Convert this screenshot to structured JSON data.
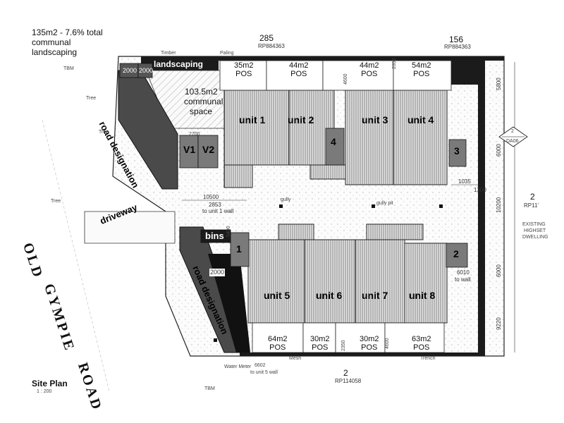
{
  "header": {
    "landscaping_note": [
      "135m2 - 7.6% total",
      "communal",
      "landscaping"
    ],
    "lot_north": "285",
    "rp_north": "RP884363",
    "lot_ne": "156",
    "rp_ne": "RP884363",
    "timber": "Timber",
    "paling": "Paling"
  },
  "landscaping_band": "landscaping",
  "road_designation": "road designation",
  "communal": {
    "area": "103.5m2",
    "line1": "communal",
    "line2": "space"
  },
  "units_top": [
    {
      "label": "unit 1"
    },
    {
      "label": "unit 2"
    },
    {
      "label": "unit 3"
    },
    {
      "label": "unit 4"
    }
  ],
  "units_bottom": [
    {
      "label": "unit 5"
    },
    {
      "label": "unit 6"
    },
    {
      "label": "unit 7"
    },
    {
      "label": "unit 8"
    }
  ],
  "pos_top": [
    {
      "area": "35m2",
      "label": "POS"
    },
    {
      "area": "44m2",
      "label": "POS"
    },
    {
      "area": "44m2",
      "label": "POS"
    },
    {
      "area": "54m2",
      "label": "POS"
    }
  ],
  "pos_bottom": [
    {
      "area": "64m2",
      "label": "POS"
    },
    {
      "area": "30m2",
      "label": "POS"
    },
    {
      "area": "30m2",
      "label": "POS"
    },
    {
      "area": "63m2",
      "label": "POS"
    }
  ],
  "visitor_bays": [
    "V1",
    "V2"
  ],
  "parking_bays": [
    "4",
    "3",
    "1",
    "2"
  ],
  "bins": "bins",
  "driveway": "driveway",
  "road_name": [
    "OLD",
    "GYMPIE",
    "ROAD"
  ],
  "site_plan": {
    "title": "Site Plan",
    "scale": "1 : 200"
  },
  "dims_right": [
    "5800",
    "6000",
    "10200",
    "6000",
    "9220"
  ],
  "dim_1035": "1035",
  "dim_1300": "1300",
  "to_wall": {
    "dim": "6010",
    "text": "to wall"
  },
  "dim_10500": "10500",
  "dim_2853": "2853",
  "to_unit_1_wall": "to unit 1 wall",
  "dims_2000": [
    "2000",
    "2000",
    "2000"
  ],
  "dim_2700": "2700",
  "dims_2350": [
    "2350",
    "2350"
  ],
  "dims_4600": [
    "4600",
    "4600"
  ],
  "dim_5400": "5400",
  "dim_6602": "6602",
  "to_unit_5_wall": "to unit 5 wall",
  "east": {
    "lot": "2",
    "rp": "RP11’",
    "note": [
      "EXISTING",
      "HIGHSET",
      "DWELLING"
    ]
  },
  "da_tag": {
    "top": "2",
    "bottom": "DA06"
  },
  "south": {
    "lot": "2",
    "rp": "RP114058"
  },
  "misc": {
    "gully": "gully",
    "gully_pit": "gully pit",
    "tree": "Tree",
    "water_meter": "Water Meter",
    "mesh": "Mesh",
    "trench": "Trench",
    "tbm": "TBM"
  }
}
